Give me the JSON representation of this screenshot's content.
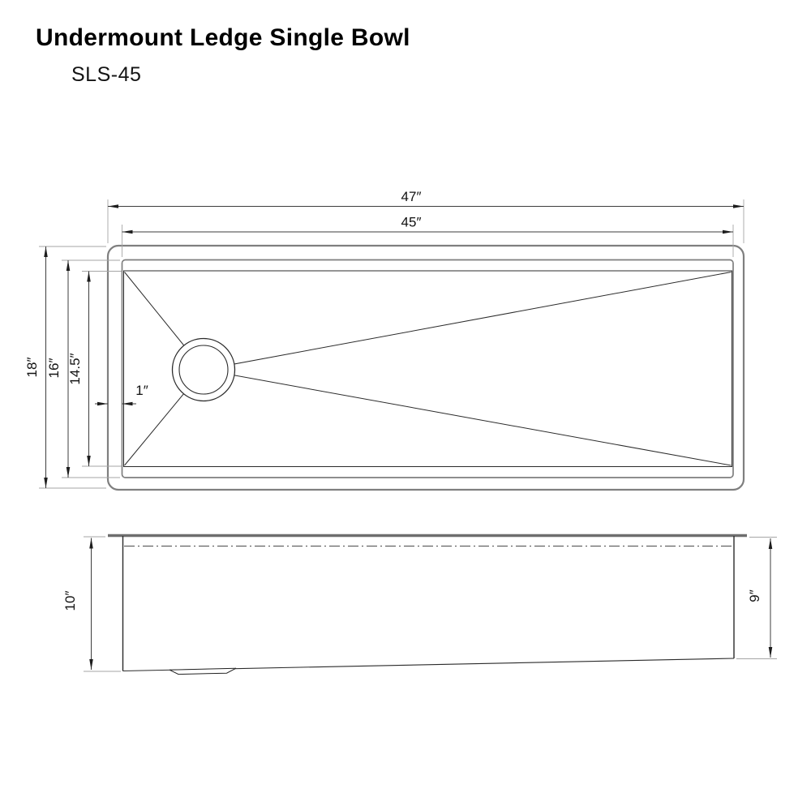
{
  "title": "Undermount Ledge Single Bowl",
  "model": "SLS-45",
  "top_view": {
    "overall_width": "47″",
    "inner_width": "45″",
    "overall_depth": "18″",
    "inner_depth": "16″",
    "basin_depth": "14.5″",
    "ledge_width": "1″"
  },
  "side_view": {
    "left_height": "10″",
    "right_height": "9″"
  },
  "colors": {
    "background": "#ffffff",
    "line": "#2a2a2a",
    "rim": "#7f7f7f"
  }
}
